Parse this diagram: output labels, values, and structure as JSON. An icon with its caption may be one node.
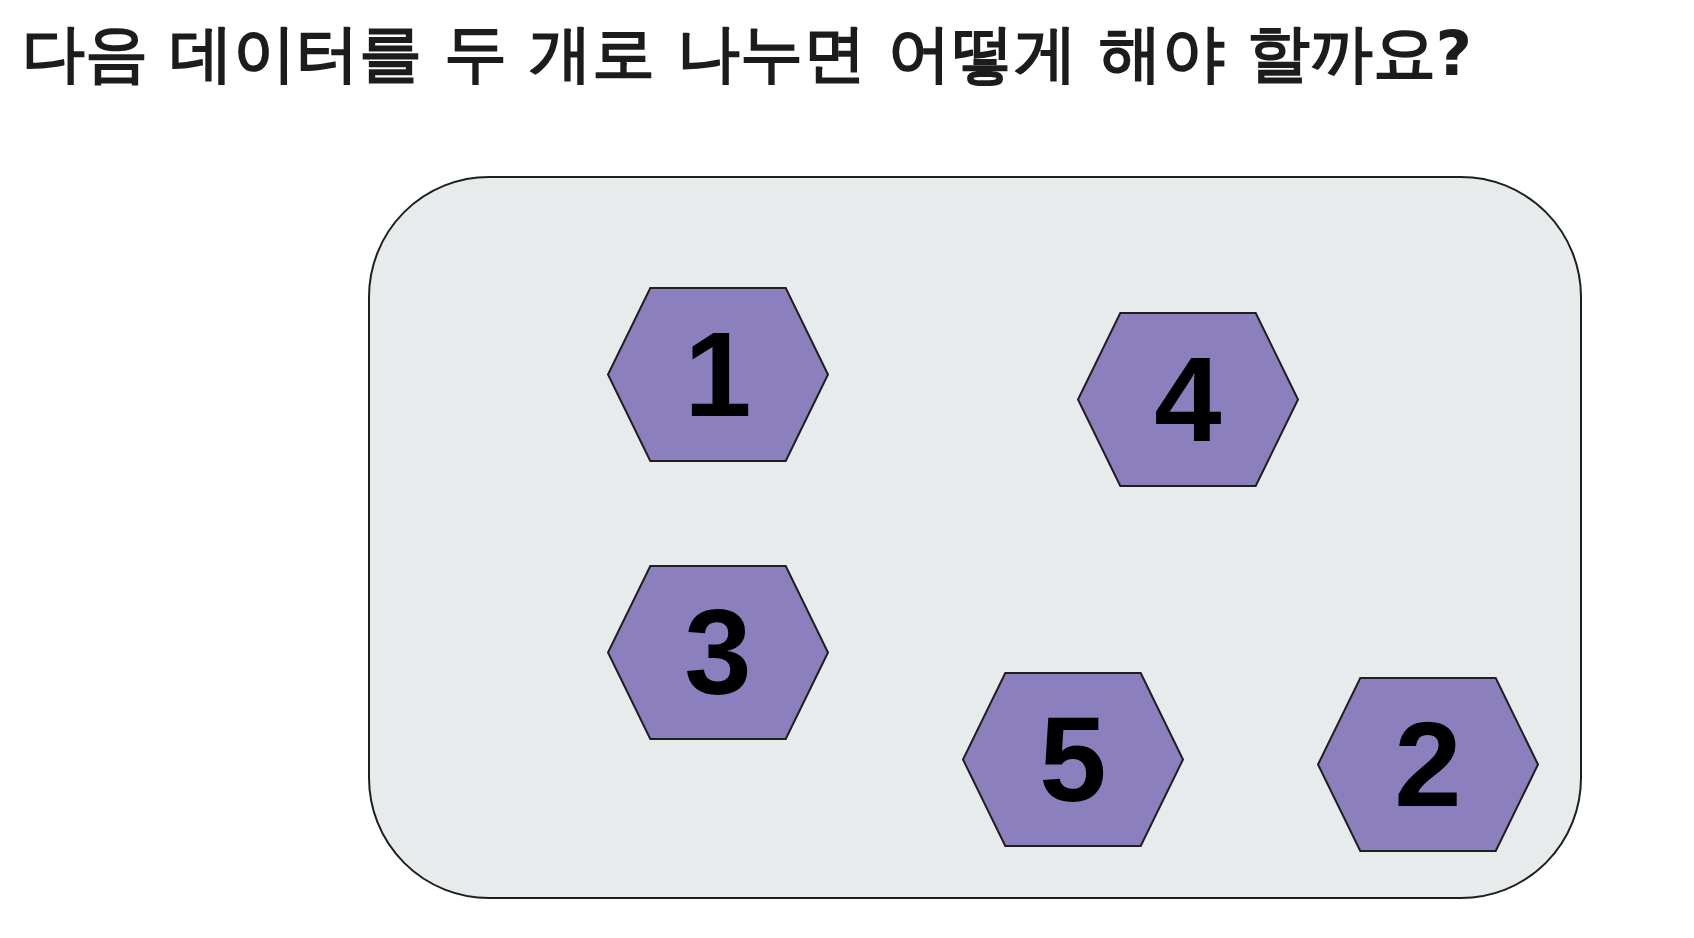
{
  "diagram": {
    "title": "다음 데이터를 두 개로 나누면 어떻게 해야 할까요?",
    "nodes": [
      {
        "text": [],
        "shape": "box"
      },
      {
        "text": [
          "1"
        ],
        "in": 0
      },
      {
        "text": [
          "4"
        ],
        "in": 0
      },
      {
        "text": [
          "3"
        ],
        "in": 0
      },
      {
        "text": [
          "5"
        ],
        "in": 0
      },
      {
        "text": [
          "2"
        ],
        "in": 0
      }
    ]
  }
}
